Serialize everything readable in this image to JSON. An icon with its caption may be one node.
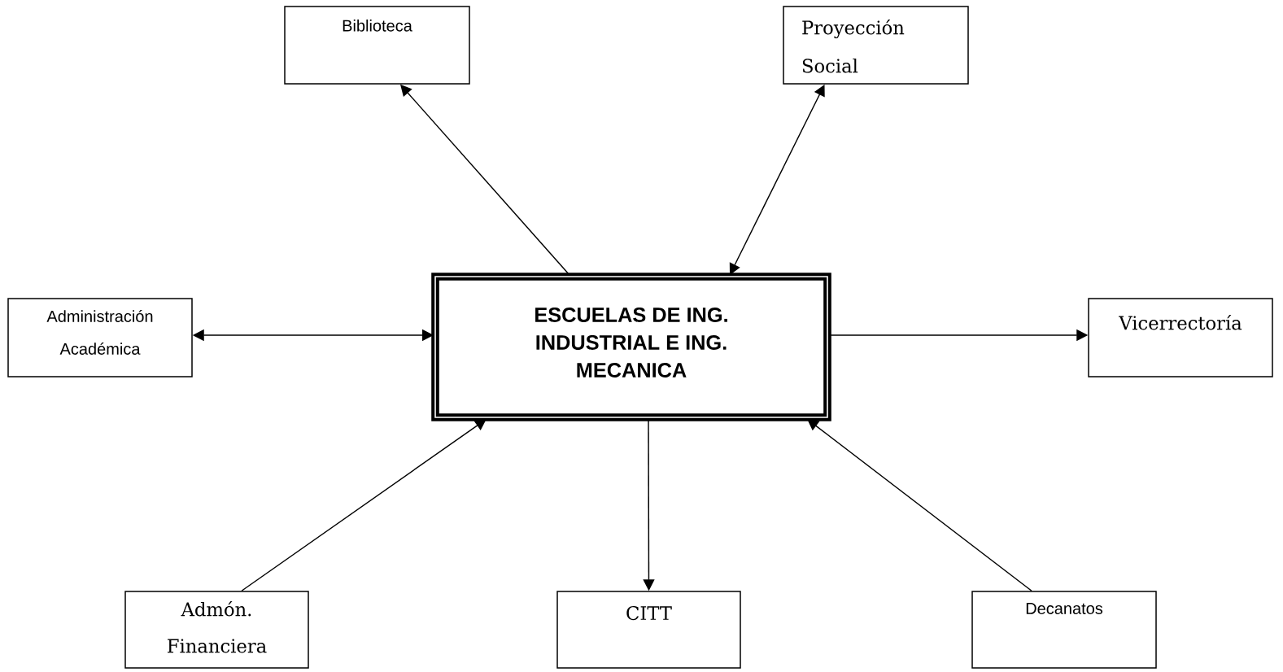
{
  "diagram": {
    "nodes": [
      {
        "text": [
          "Biblioteca"
        ]
      },
      {
        "text": [
          "Proyección Social"
        ]
      },
      {
        "text": [
          "Administración Académica"
        ]
      },
      {
        "text": [
          "ESCUELAS DE ING. INDUSTRIAL E ING. MECANICA"
        ]
      },
      {
        "text": [
          "Vicerrectoría"
        ]
      },
      {
        "text": [
          "Admón. Financiera"
        ]
      },
      {
        "text": [
          "CITT"
        ]
      },
      {
        "text": [
          "Decanatos"
        ]
      }
    ],
    "edges": [
      {
        "from": 3,
        "to": 0,
        "arrow": "to"
      },
      {
        "from": 3,
        "to": 1,
        "arrow": "both"
      },
      {
        "from": 2,
        "to": 3,
        "arrow": "both"
      },
      {
        "from": 3,
        "to": 4,
        "arrow": "to"
      },
      {
        "from": 5,
        "to": 3,
        "arrow": "to"
      },
      {
        "from": 3,
        "to": 6,
        "arrow": "to"
      },
      {
        "from": 7,
        "to": 3,
        "arrow": "to"
      }
    ]
  }
}
